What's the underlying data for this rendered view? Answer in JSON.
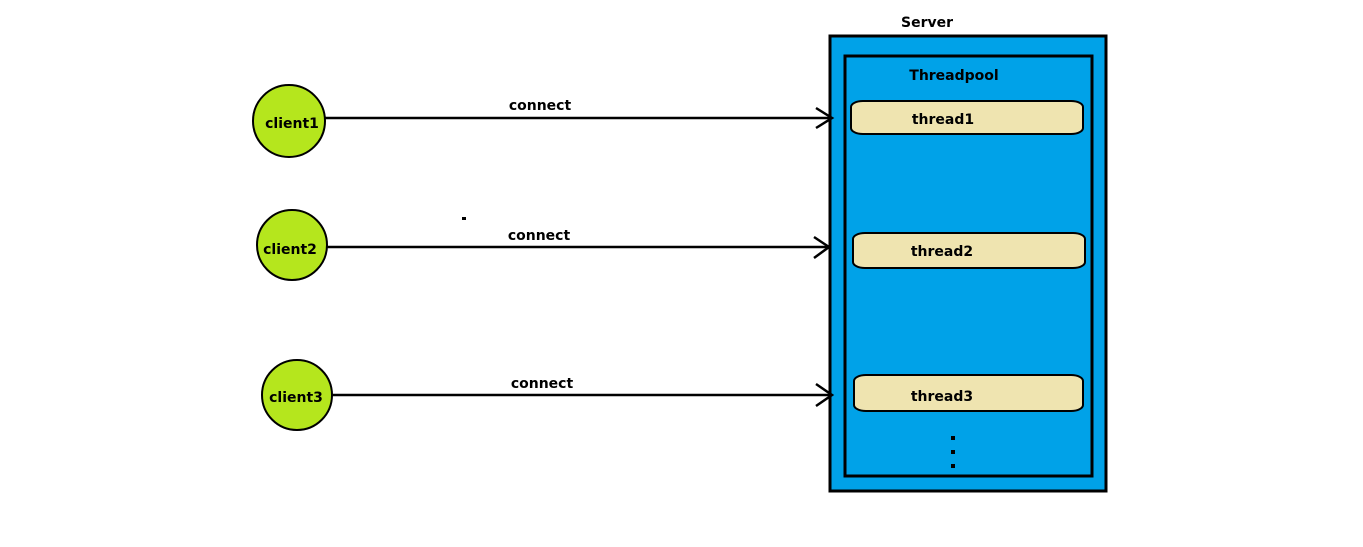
{
  "server": {
    "label": "Server",
    "fill": "#00a2e8"
  },
  "threadpool": {
    "label": "Threadpool"
  },
  "clients": [
    {
      "label": "client1"
    },
    {
      "label": "client2"
    },
    {
      "label": "client3"
    }
  ],
  "connections": [
    {
      "label": "connect"
    },
    {
      "label": "connect"
    },
    {
      "label": "connect"
    }
  ],
  "threads": [
    {
      "label": "thread1"
    },
    {
      "label": "thread2"
    },
    {
      "label": "thread3"
    }
  ],
  "colors": {
    "client": "#b5e61d",
    "thread": "#efe4b0",
    "server": "#00a2e8",
    "stroke": "#000000"
  }
}
